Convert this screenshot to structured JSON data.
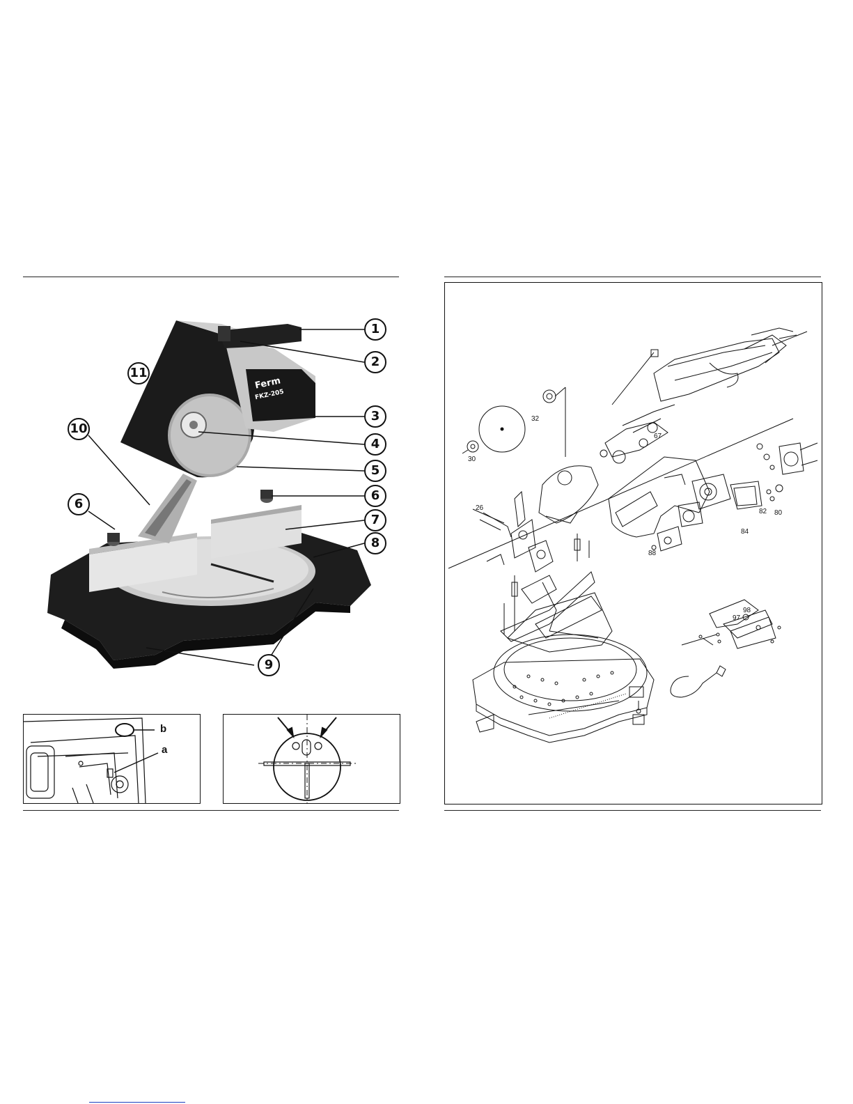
{
  "photo": {
    "callouts": [
      "1",
      "2",
      "3",
      "4",
      "5",
      "6",
      "6",
      "7",
      "8",
      "9",
      "10",
      "11"
    ],
    "brand_text": "Ferm",
    "model_text": "FKZ-205"
  },
  "detail_left": {
    "labels": {
      "a": "a",
      "b": "b"
    }
  },
  "exploded_view": {
    "part_numbers": [
      "32",
      "30",
      "67",
      "26",
      "82",
      "80",
      "84",
      "88",
      "98",
      "97"
    ]
  }
}
